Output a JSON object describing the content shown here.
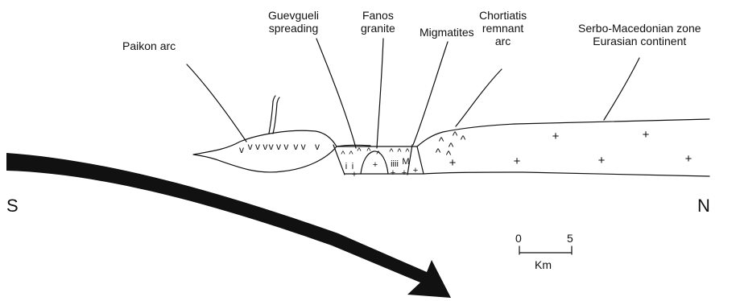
{
  "labels": {
    "paikon_arc": "Paikon arc",
    "guevgueli": [
      "Guevgueli",
      "spreading"
    ],
    "fanos": [
      "Fanos",
      "granite"
    ],
    "migmatites": "Migmatites",
    "chortiatis": [
      "Chortiatis",
      "remnant",
      "arc"
    ],
    "serbo": [
      "Serbo-Macedonian zone",
      "Eurasian continent"
    ]
  },
  "directions": {
    "south": "S",
    "north": "N"
  },
  "scale_bar": {
    "min": "0",
    "max": "5",
    "unit": "Km"
  },
  "colors": {
    "ink": "#111111",
    "background": "#ffffff"
  }
}
